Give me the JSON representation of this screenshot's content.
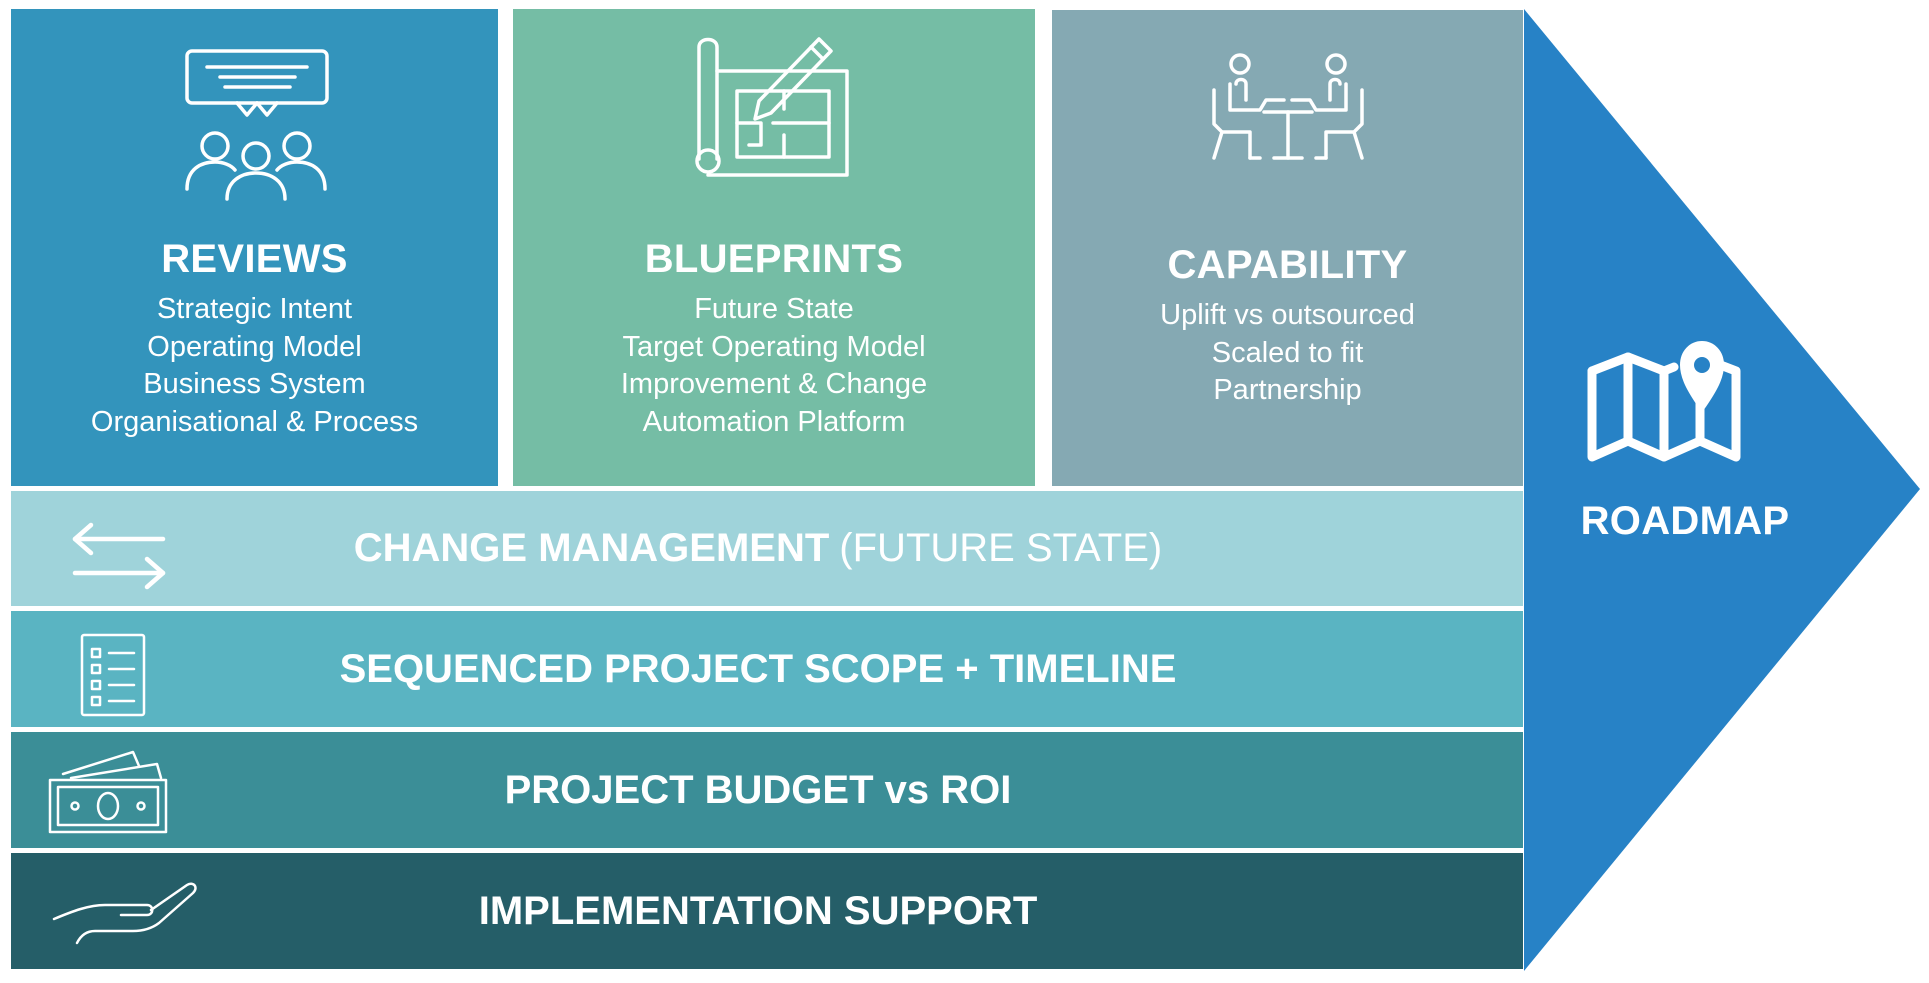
{
  "panels": {
    "reviews": {
      "title": "REVIEWS",
      "lines": [
        "Strategic Intent",
        "Operating Model",
        "Business System",
        "Organisational & Process"
      ],
      "icon": "team-discussion-icon",
      "color": "#3394BC"
    },
    "blueprints": {
      "title": "BLUEPRINTS",
      "lines": [
        "Future State",
        "Target Operating Model",
        "Improvement & Change",
        "Automation Platform"
      ],
      "icon": "blueprint-pencil-icon",
      "color": "#75BDA5"
    },
    "capability": {
      "title": "CAPABILITY",
      "lines": [
        "Uplift vs outsourced",
        "Scaled to fit",
        "Partnership"
      ],
      "icon": "meeting-table-icon",
      "color": "#85A9B3"
    }
  },
  "bands": {
    "change": {
      "label": "CHANGE MANAGEMENT",
      "suffix": "(FUTURE STATE)",
      "icon": "exchange-arrows-icon",
      "color": "#9FD3DA"
    },
    "sequence": {
      "label": "SEQUENCED PROJECT SCOPE + TIMELINE",
      "icon": "checklist-icon",
      "color": "#5AB4C2"
    },
    "budget": {
      "label": "PROJECT BUDGET vs ROI",
      "icon": "banknotes-icon",
      "color": "#3B8E97"
    },
    "support": {
      "label": "IMPLEMENTATION SUPPORT",
      "icon": "open-hand-icon",
      "color": "#255E68"
    }
  },
  "roadmap": {
    "label": "ROADMAP",
    "icon": "map-pin-icon",
    "color": "#2782C6"
  }
}
